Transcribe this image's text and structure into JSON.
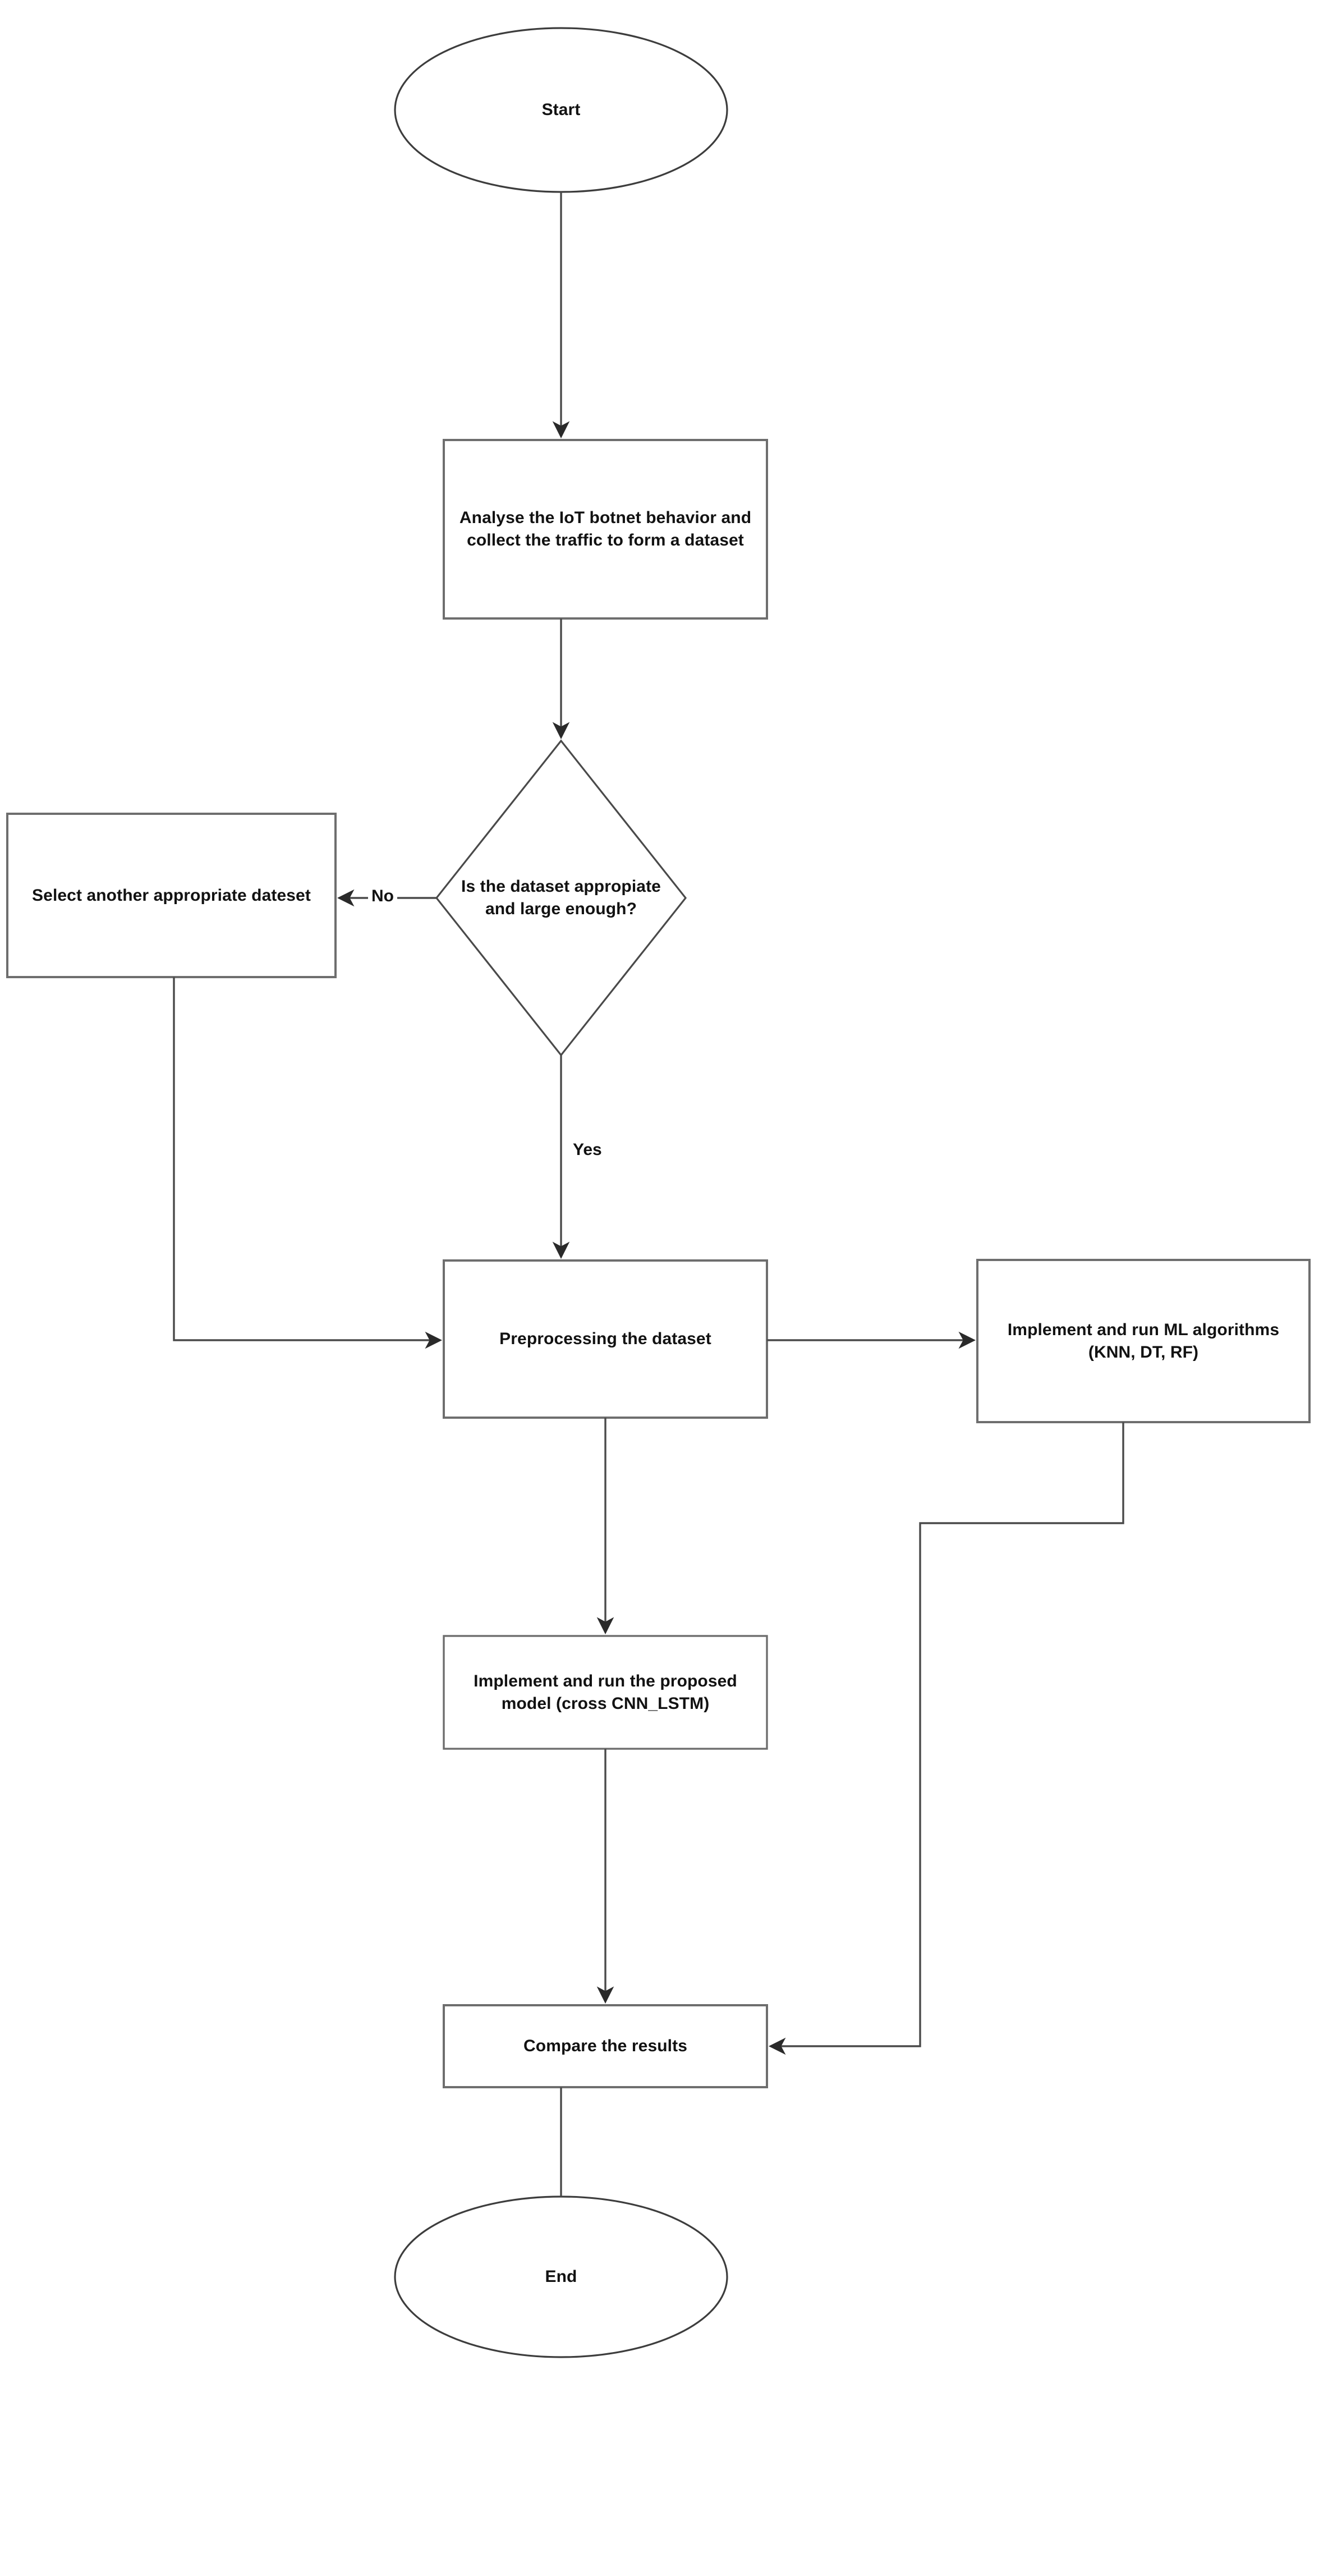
{
  "diagram": {
    "type": "flowchart",
    "orientation": "top-to-bottom",
    "background_color": "#ffffff",
    "stroke_color": "#555555",
    "text_color": "#121212",
    "nodes": [
      {
        "id": "start",
        "shape": "ellipse",
        "label": "Start"
      },
      {
        "id": "analyse",
        "shape": "rectangle",
        "label": "Analyse the IoT botnet behavior and collect the traffic to form a dataset"
      },
      {
        "id": "decision",
        "shape": "diamond",
        "label": "Is the dataset appropiate and large enough?"
      },
      {
        "id": "select-another",
        "shape": "rectangle",
        "label": "Select another appropriate dateset"
      },
      {
        "id": "preprocessing",
        "shape": "rectangle",
        "label": "Preprocessing the dataset"
      },
      {
        "id": "ml-algorithms",
        "shape": "rectangle",
        "label": "Implement and run ML algorithms (KNN, DT, RF)"
      },
      {
        "id": "proposed-model",
        "shape": "rectangle",
        "label": "Implement and run the proposed model (cross CNN_LSTM)"
      },
      {
        "id": "compare",
        "shape": "rectangle",
        "label": "Compare the results"
      },
      {
        "id": "end",
        "shape": "ellipse",
        "label": "End"
      }
    ],
    "edges": [
      {
        "id": "e-start-analyse",
        "from": "start",
        "to": "analyse",
        "label": ""
      },
      {
        "id": "e-analyse-decision",
        "from": "analyse",
        "to": "decision",
        "label": ""
      },
      {
        "id": "e-decision-select",
        "from": "decision",
        "to": "select-another",
        "label": "No"
      },
      {
        "id": "e-decision-preprocessing",
        "from": "decision",
        "to": "preprocessing",
        "label": "Yes"
      },
      {
        "id": "e-select-preprocessing",
        "from": "select-another",
        "to": "preprocessing",
        "label": ""
      },
      {
        "id": "e-preprocessing-ml",
        "from": "preprocessing",
        "to": "ml-algorithms",
        "label": ""
      },
      {
        "id": "e-preprocessing-model",
        "from": "preprocessing",
        "to": "proposed-model",
        "label": ""
      },
      {
        "id": "e-model-compare",
        "from": "proposed-model",
        "to": "compare",
        "label": ""
      },
      {
        "id": "e-ml-compare",
        "from": "ml-algorithms",
        "to": "compare",
        "label": ""
      },
      {
        "id": "e-compare-end",
        "from": "compare",
        "to": "end",
        "label": ""
      }
    ],
    "edge_labels": {
      "no": "No",
      "yes": "Yes"
    }
  }
}
